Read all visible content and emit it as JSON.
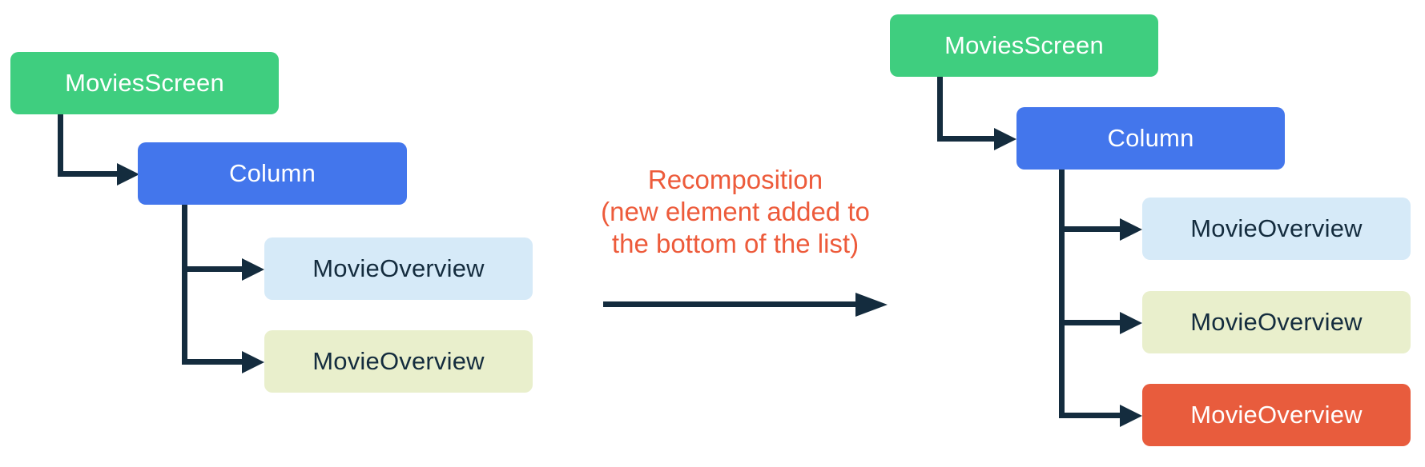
{
  "colors": {
    "node_green": "#3FCE7F",
    "node_blue": "#4376EC",
    "node_light_blue": "#D6EAF8",
    "node_pale_yellow": "#E9EFCC",
    "node_orange": "#E85C3D",
    "connector_dark": "#142C3E",
    "annotation_orange": "#ED5B3B",
    "text_on_dark": "#FFFFFF",
    "text_on_light": "#142C3E"
  },
  "left_tree": {
    "root": {
      "label": "MoviesScreen"
    },
    "child": {
      "label": "Column"
    },
    "items": [
      {
        "label": "MovieOverview"
      },
      {
        "label": "MovieOverview"
      }
    ]
  },
  "annotation": {
    "line1": "Recomposition",
    "line2": "(new element added to",
    "line3": "the bottom of the list)"
  },
  "right_tree": {
    "root": {
      "label": "MoviesScreen"
    },
    "child": {
      "label": "Column"
    },
    "items": [
      {
        "label": "MovieOverview"
      },
      {
        "label": "MovieOverview"
      },
      {
        "label": "MovieOverview"
      }
    ]
  }
}
